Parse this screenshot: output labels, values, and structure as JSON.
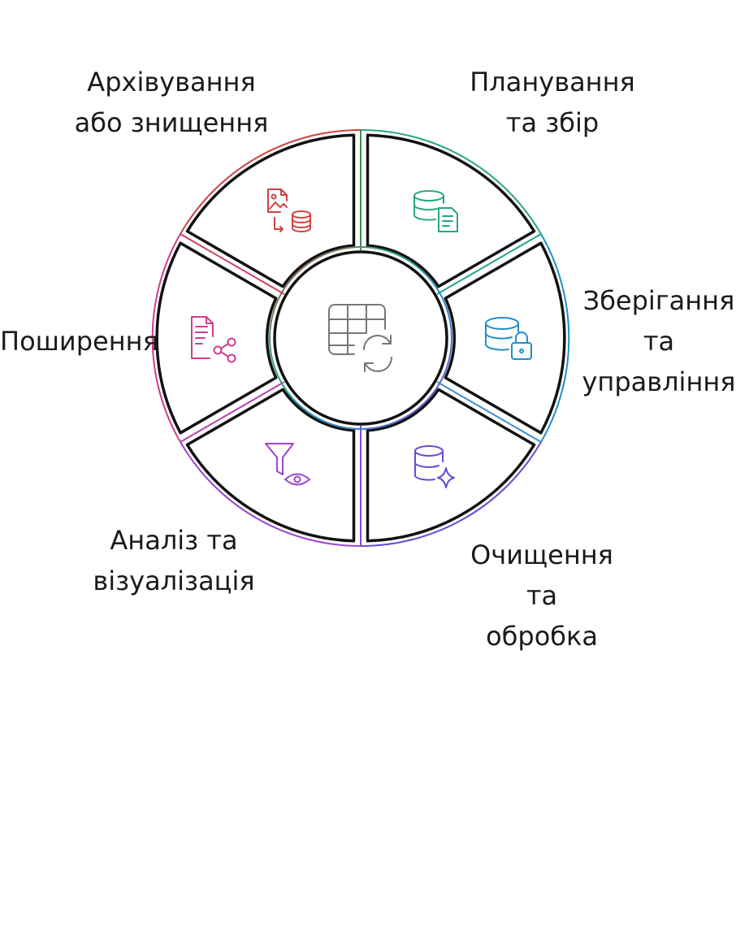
{
  "diagram": {
    "center_icon": "table-refresh-icon",
    "stages": [
      {
        "id": "planning",
        "lines": [
          "Планування",
          "та збір"
        ],
        "color": "#2aa876",
        "icon": "database-document-icon"
      },
      {
        "id": "storage",
        "lines": [
          "Зберігання",
          "та",
          "управління"
        ],
        "color": "#1e90c8",
        "icon": "database-lock-icon"
      },
      {
        "id": "cleaning",
        "lines": [
          "Очищення",
          "та",
          "обробка"
        ],
        "color": "#6a49d6",
        "icon": "database-sparkle-icon"
      },
      {
        "id": "analysis",
        "lines": [
          "Аналіз та",
          "візуалізація"
        ],
        "color": "#9a45d0",
        "icon": "filter-eye-icon"
      },
      {
        "id": "sharing",
        "lines": [
          "Поширення"
        ],
        "color": "#d03d8c",
        "icon": "document-share-icon"
      },
      {
        "id": "archive",
        "lines": [
          "Архівування",
          "або знищення"
        ],
        "color": "#d04343",
        "icon": "image-to-database-icon"
      }
    ]
  }
}
